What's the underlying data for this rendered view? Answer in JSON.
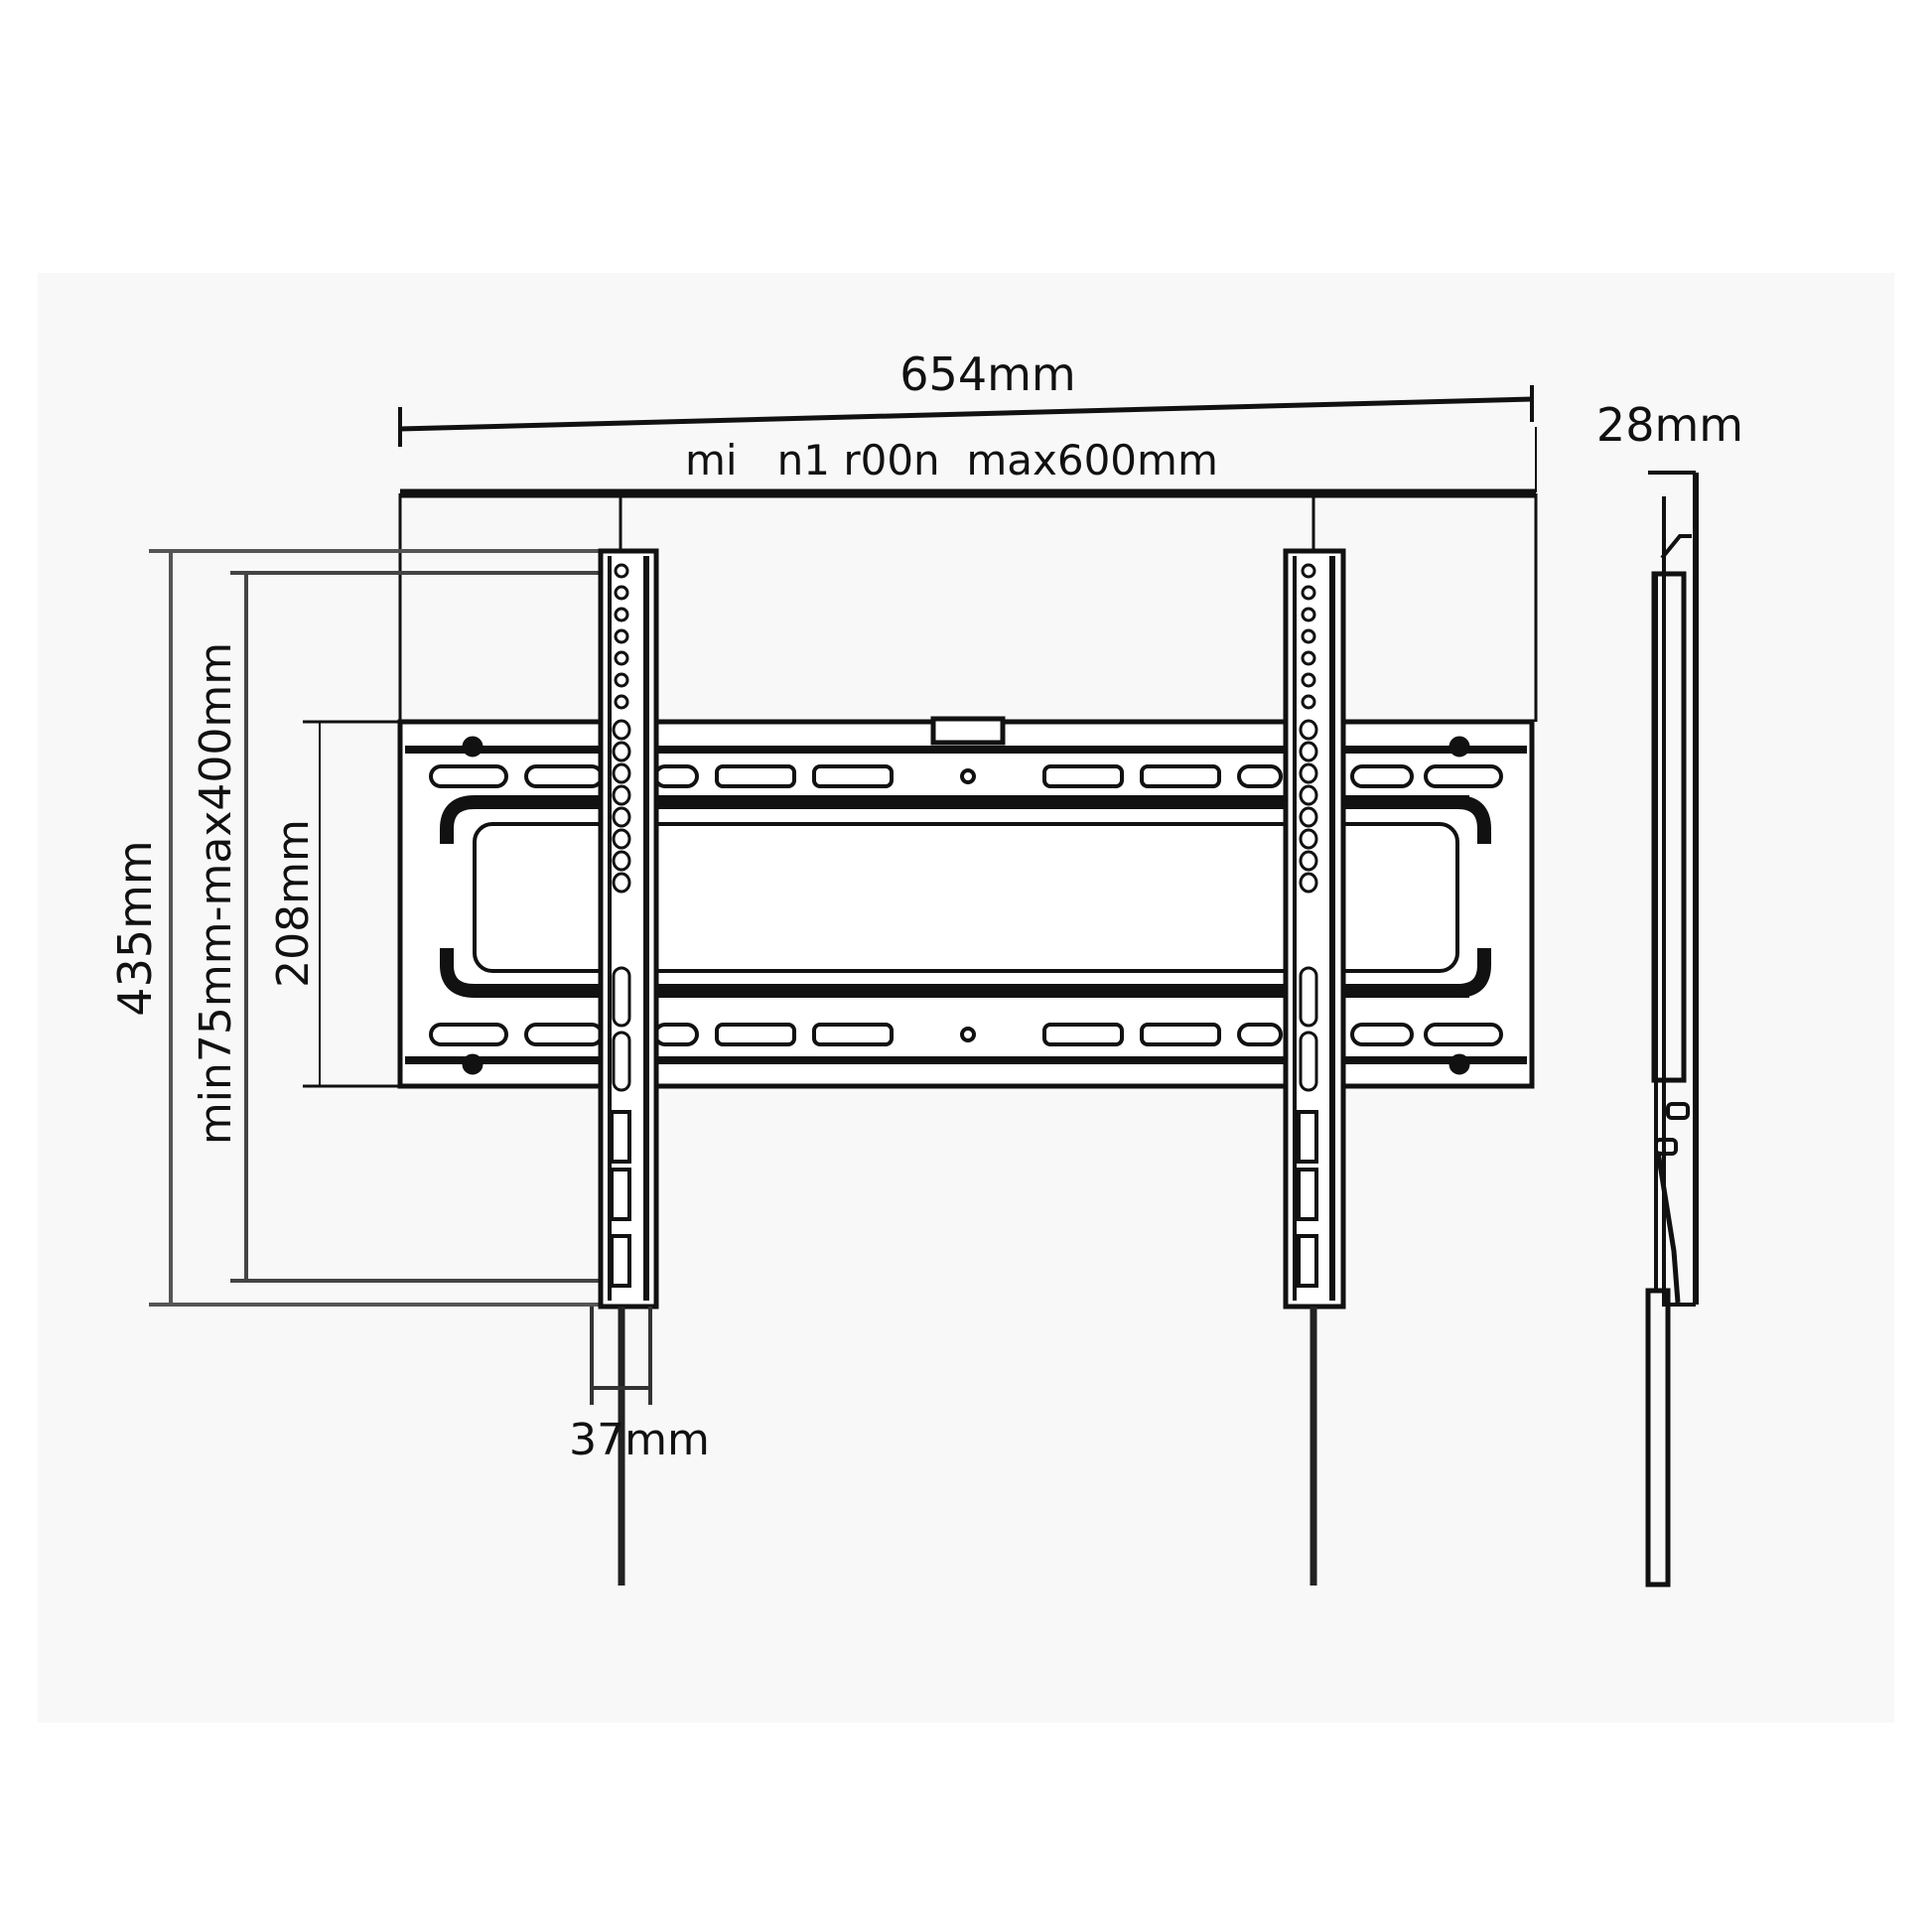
{
  "diagram": {
    "title": "Fixed TV wall mount bracket dimension drawing",
    "colors": {
      "ink": "#111111",
      "background": "#ffffff",
      "panel_bg": "#f6f6f6"
    },
    "dimensions": {
      "overall_width": "654mm",
      "vesa_horizontal": "mi   n1 r00n  max600mm",
      "overall_height": "435mm",
      "vesa_vertical": "min75mm-max400mm",
      "plate_height": "208mm",
      "bracket_width": "37mm",
      "depth": "28mm"
    },
    "views": [
      {
        "name": "front-view",
        "parts": [
          "wall-plate",
          "left-tv-bracket",
          "right-tv-bracket",
          "safety-cords"
        ]
      },
      {
        "name": "side-view",
        "parts": [
          "side-profile"
        ]
      }
    ]
  }
}
